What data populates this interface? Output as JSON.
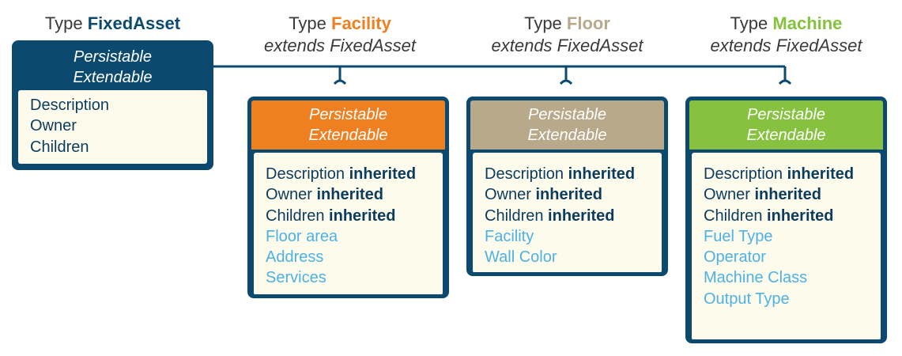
{
  "colors": {
    "card_border": "#0b4a6e",
    "fixedasset_header": "#0b4a6e",
    "facility_accent": "#ef8022",
    "floor_accent": "#b7a98a",
    "machine_accent": "#86c23f",
    "inherited_text": "#0b3c5d",
    "own_property_text": "#4db2e3"
  },
  "types": [
    {
      "type_prefix": "Type ",
      "type_name": "FixedAsset",
      "extends": "",
      "header_line1": "Persistable",
      "header_line2": "Extendable",
      "inherited_word": "",
      "inherited_properties": [
        "Description",
        "Owner",
        "Children"
      ],
      "own_properties": []
    },
    {
      "type_prefix": "Type ",
      "type_name": "Facility",
      "extends": "extends FixedAsset",
      "header_line1": "Persistable",
      "header_line2": "Extendable",
      "inherited_word": "inherited",
      "inherited_properties": [
        "Description",
        "Owner",
        "Children"
      ],
      "own_properties": [
        "Floor area",
        "Address",
        "Services"
      ]
    },
    {
      "type_prefix": "Type ",
      "type_name": "Floor",
      "extends": "extends FixedAsset",
      "header_line1": "Persistable",
      "header_line2": "Extendable",
      "inherited_word": "inherited",
      "inherited_properties": [
        "Description",
        "Owner",
        "Children"
      ],
      "own_properties": [
        "Facility",
        "Wall Color"
      ]
    },
    {
      "type_prefix": "Type ",
      "type_name": "Machine",
      "extends": "extends FixedAsset",
      "header_line1": "Persistable",
      "header_line2": "Extendable",
      "inherited_word": "inherited",
      "inherited_properties": [
        "Description",
        "Owner",
        "Children"
      ],
      "own_properties": [
        "Fuel Type",
        "Operator",
        "Machine Class",
        "Output Type"
      ]
    }
  ]
}
